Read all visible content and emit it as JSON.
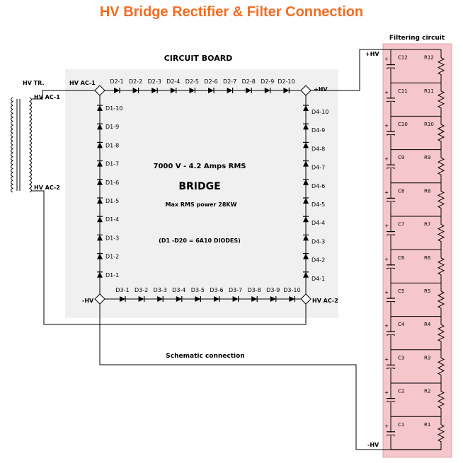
{
  "title": "HV Bridge Rectifier & Filter Connection",
  "board": {
    "title": "CIRCUIT BOARD",
    "spec": "7000 V - 4.2 Amps RMS",
    "name": "BRIDGE",
    "power": "Max RMS power 28KW",
    "diodes_note": "(D1 -D20 = 6A10 DIODES)"
  },
  "transformer": {
    "label": "HV TR.",
    "ac1": "HV AC-1",
    "ac2": "HV AC-2"
  },
  "nodes": {
    "ac1": "HV AC-1",
    "pos": "+HV",
    "neg": "-HV",
    "ac2": "HV AC-2"
  },
  "schematic_label": "Schematic connection",
  "filter": {
    "title": "Filtering circuit",
    "pos": "+HV",
    "neg": "-HV",
    "plus": "+",
    "capacitors": [
      "C12",
      "C11",
      "C10",
      "C9",
      "C8",
      "C7",
      "C6",
      "C5",
      "C4",
      "C3",
      "C2",
      "C1"
    ],
    "resistors": [
      "R12",
      "R11",
      "R10",
      "R9",
      "R8",
      "R7",
      "R6",
      "R5",
      "R4",
      "R3",
      "R2",
      "R1"
    ]
  },
  "diodes": {
    "top": [
      "D2-1",
      "D2-2",
      "D2-3",
      "D2-4",
      "D2-5",
      "D2-6",
      "D2-7",
      "D2-8",
      "D2-9",
      "D2-10"
    ],
    "left": [
      "D1-10",
      "D1-9",
      "D1-8",
      "D1-7",
      "D1-6",
      "D1-5",
      "D1-4",
      "D1-3",
      "D1-2",
      "D1-1"
    ],
    "right": [
      "D4-10",
      "D4-9",
      "D4-8",
      "D4-7",
      "D4-6",
      "D4-5",
      "D4-4",
      "D4-3",
      "D4-2",
      "D4-1"
    ],
    "bottom": [
      "D3-1",
      "D3-2",
      "D3-3",
      "D3-4",
      "D3-5",
      "D3-6",
      "D3-7",
      "D3-8",
      "D3-9",
      "D3-10"
    ]
  },
  "colors": {
    "title": "#f26d21",
    "board": "#f0f0f0",
    "filter_bg": "#f5c6cb",
    "filter_border": "#e0a0a8"
  }
}
